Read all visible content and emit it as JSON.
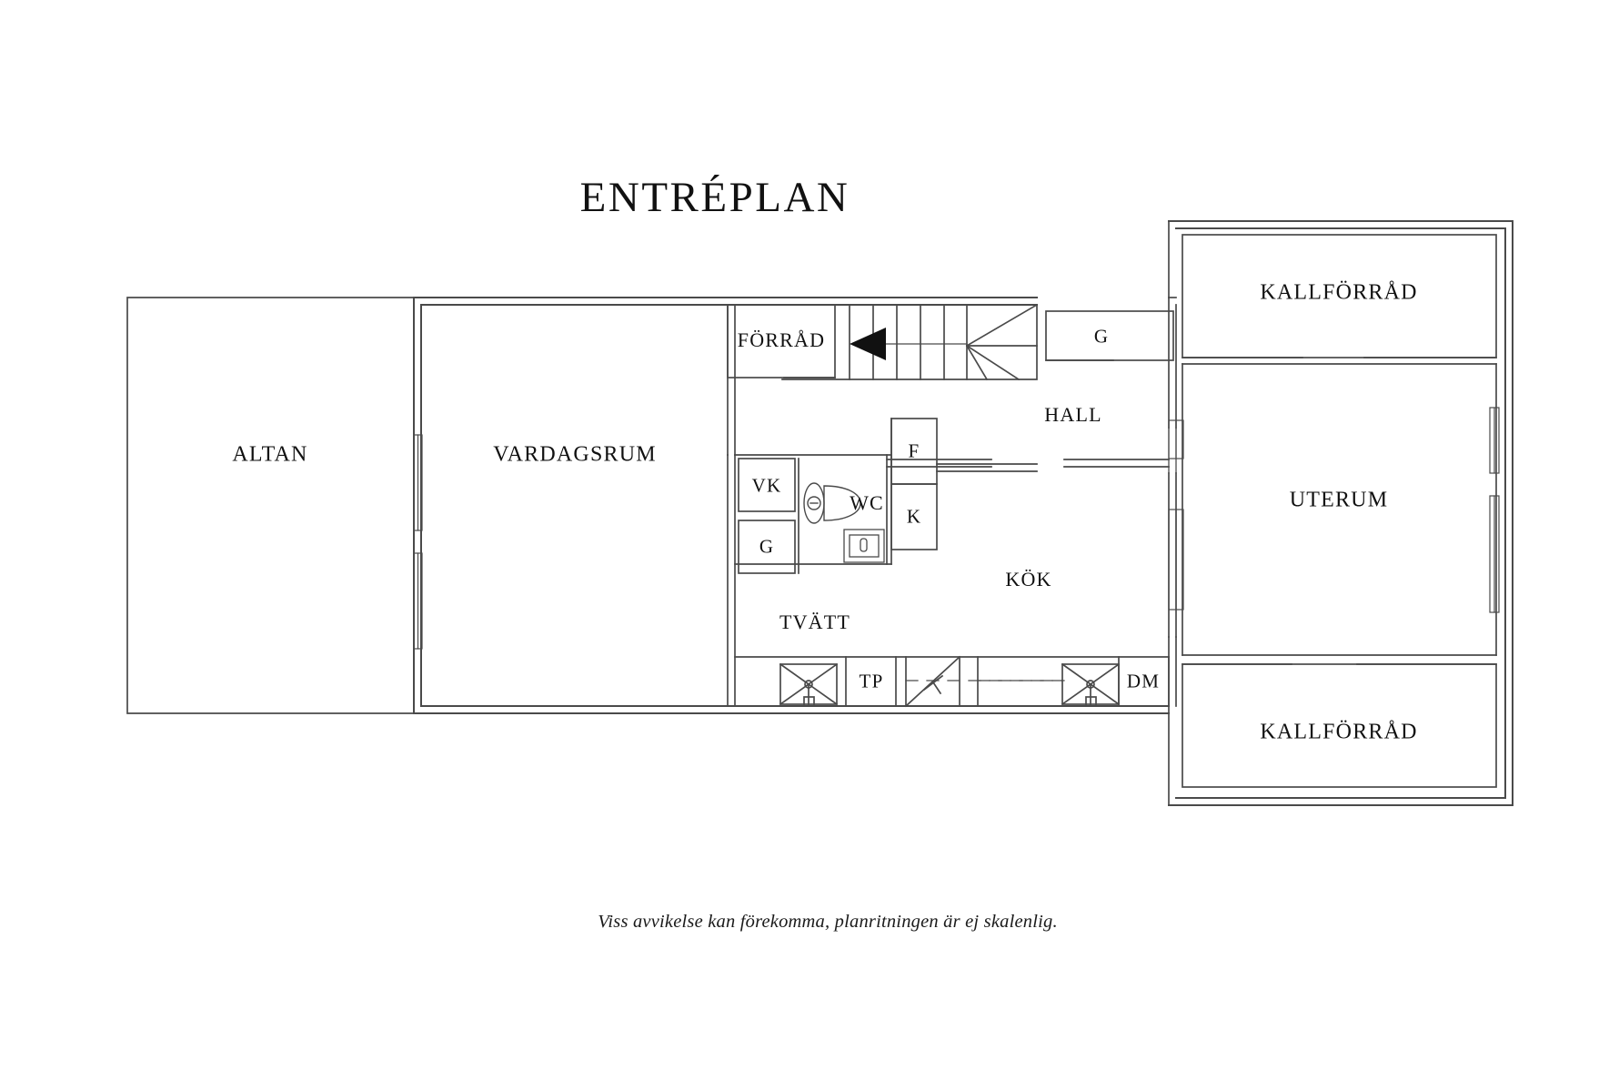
{
  "document": {
    "title": "ENTRÉPLAN",
    "footer_note": "Viss avvikelse kan förekomma, planritningen är ej skalenlig.",
    "drawing_type": "floor-plan",
    "language": "sv",
    "stroke_color": "#4a4a4a",
    "background_color": "#ffffff",
    "text_color": "#111111"
  },
  "rooms": {
    "altan": {
      "label": "ALTAN"
    },
    "vardagsrum": {
      "label": "VARDAGSRUM"
    },
    "forrad": {
      "label": "FÖRRÅD"
    },
    "hall": {
      "label": "HALL"
    },
    "kok": {
      "label": "KÖK"
    },
    "tvatt": {
      "label": "TVÄTT"
    },
    "wc": {
      "label": "WC"
    },
    "uterum": {
      "label": "UTERUM"
    },
    "kallforrad_top": {
      "label": "KALLFÖRRÅD"
    },
    "kallforrad_bottom": {
      "label": "KALLFÖRRÅD"
    }
  },
  "closets": {
    "garderob_hall": {
      "label": "G"
    },
    "garderob_wc": {
      "label": "G"
    },
    "vaskskap": {
      "label": "VK"
    }
  },
  "appliances": {
    "fridge": {
      "label": "F"
    },
    "freezer": {
      "label": "K"
    },
    "tumble_dryer": {
      "label": "TP"
    },
    "dishwasher": {
      "label": "DM"
    },
    "washing_machine": {
      "label": "",
      "icon": "washer-icon"
    },
    "toilet": {
      "label": "",
      "icon": "toilet-icon"
    },
    "sink": {
      "label": "",
      "icon": "sink-icon"
    }
  },
  "features": {
    "staircase": {
      "name": "staircase",
      "direction_arrow": "left",
      "tread_count": 8,
      "winder_steps": 4
    },
    "windows": {
      "count": 6
    },
    "doors": {
      "count": 5
    }
  }
}
